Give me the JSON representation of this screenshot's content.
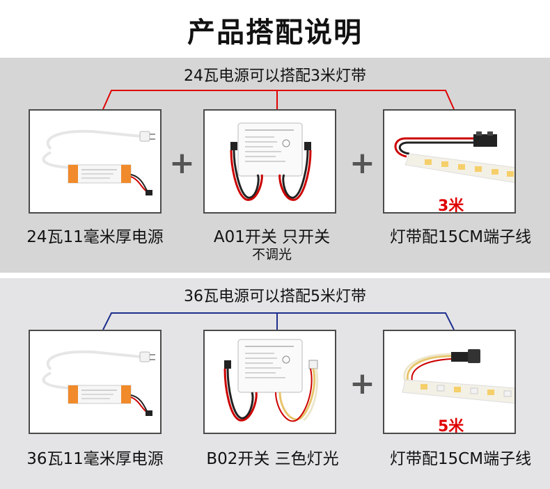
{
  "title": "产品搭配说明",
  "colors": {
    "red_bracket": "#e00000",
    "blue_bracket": "#1e2f8e",
    "length_text": "#e00000"
  },
  "section1": {
    "heading": "24瓦电源可以搭配3米灯带",
    "items": [
      {
        "caption": "24瓦11毫米厚电源",
        "image": "power-supply"
      },
      {
        "caption": "A01开关 只开关",
        "note": "不调光",
        "image": "touch-switch-single"
      },
      {
        "caption": "灯带配15CM端子线",
        "length": "3米",
        "image": "led-strip-single"
      }
    ],
    "joiners": [
      "+",
      "+"
    ]
  },
  "section2": {
    "heading": "36瓦电源可以搭配5米灯带",
    "items": [
      {
        "caption": "36瓦11毫米厚电源",
        "image": "power-supply"
      },
      {
        "caption": "B02开关 三色灯光",
        "image": "touch-switch-tricolor"
      },
      {
        "caption": "灯带配15CM端子线",
        "length": "5米",
        "image": "led-strip-tricolor"
      }
    ],
    "joiners": [
      "+"
    ]
  }
}
